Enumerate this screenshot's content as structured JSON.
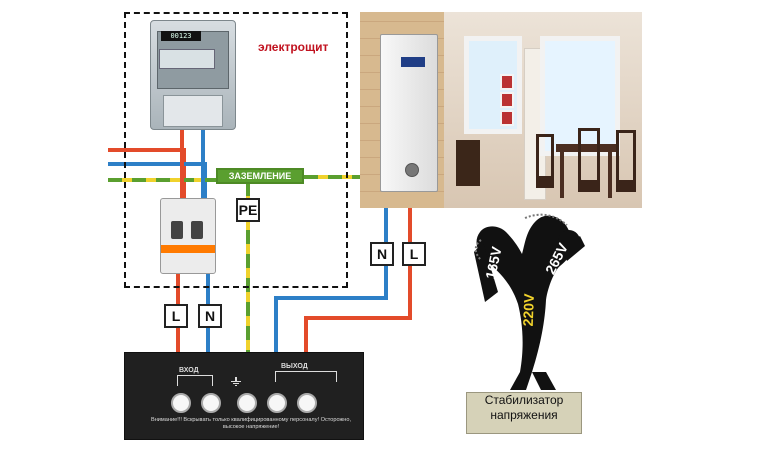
{
  "panel": {
    "title": "электрощит",
    "grounding_label": "ЗАЗЕМЛЕНИЕ",
    "meter_display": "00123"
  },
  "tags": {
    "pe": "PE",
    "l_left": "L",
    "n_left": "N",
    "n_right": "N",
    "l_right": "L"
  },
  "stabilizer": {
    "input_label": "вход",
    "output_label": "выход",
    "warning_text": "Внимание!!! Вскрывать только квалифицированному персоналу! Осторожно, высокое напряжение!",
    "caption": "Стабилизатор напряжения",
    "terminal_count": 5
  },
  "voltage_labels": {
    "left": "165V",
    "right": "265V",
    "center": "220V"
  },
  "colors": {
    "phase": "#e34b2a",
    "neutral": "#2d7fc7",
    "ground_yellow": "#f0d22c",
    "ground_green": "#5a9f2f",
    "panel_title": "#c1121f"
  },
  "icons": {
    "meter": "electric-meter-icon",
    "breaker": "circuit-breaker-icon",
    "heater": "wall-heater-icon",
    "person": "strongman-figure-icon",
    "ground": "ground-symbol-icon"
  }
}
